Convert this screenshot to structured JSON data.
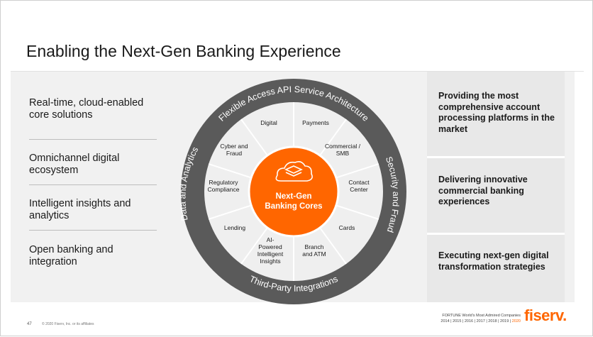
{
  "slide": {
    "title": "Enabling the Next-Gen Banking Experience",
    "page_number": "47",
    "copyright": "© 2020 Fiserv, Inc. or its affiliates",
    "fortune_line1": "FORTUNE World's Most Admired Companies",
    "fortune_years": "2014 | 2015 | 2016 | 2017 | 2018 | 2019 |",
    "fortune_year_highlight": "2020",
    "logo": "fiserv."
  },
  "left_items": [
    "Real-time, cloud-enabled core solutions",
    "Omnichannel digital ecosystem",
    "Intelligent insights and analytics",
    "Open banking and integration"
  ],
  "right_items": [
    "Providing the most comprehensive account processing platforms in the market",
    "Delivering innovative commercial banking experiences",
    "Executing next-gen digital transformation strategies"
  ],
  "diagram": {
    "ring_top": "Flexible Access API Service Architecture",
    "ring_right": "Security and Fraud",
    "ring_bottom": "Third-Party Integrations",
    "ring_left": "Data and Analytics",
    "center": "Next-Gen Banking Cores",
    "segments": [
      "Digital",
      "Payments",
      "Commercial / SMB",
      "Contact Center",
      "Cards",
      "Branch and ATM",
      "AI-Powered Intelligent Insights",
      "Lending",
      "Regulatory Compliance",
      "Cyber and Fraud"
    ]
  },
  "colors": {
    "accent": "#ff6600",
    "ring": "#5a5a5a",
    "band": "#f1f1f1",
    "panel": "#e8e8e8"
  },
  "icons": {
    "center": "cloud-layers-icon"
  }
}
